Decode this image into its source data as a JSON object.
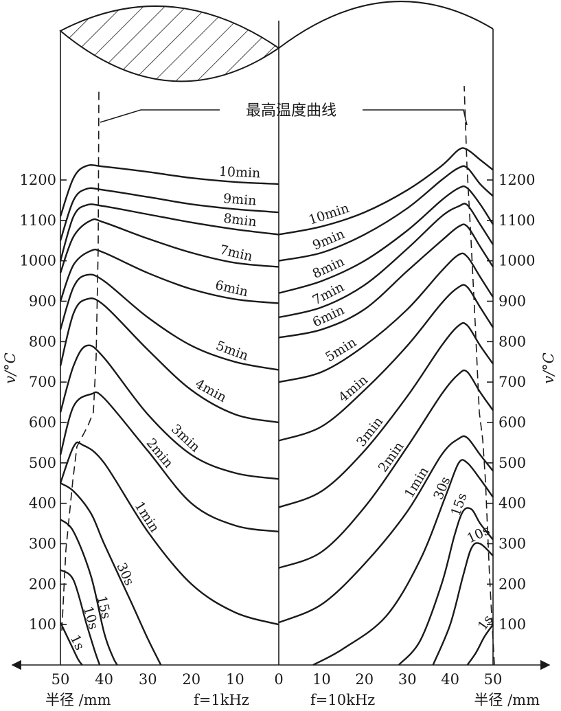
{
  "chart_data": {
    "type": "line",
    "title": "最高温度曲线",
    "ylabel": "v/°C",
    "ylim": [
      0,
      1300
    ],
    "yticks": [
      100,
      200,
      300,
      400,
      500,
      600,
      700,
      800,
      900,
      1000,
      1100,
      1200
    ],
    "xticks_left": [
      "50",
      "40",
      "30",
      "20",
      "10",
      "0"
    ],
    "xticks_right": [
      "10",
      "20",
      "30",
      "40",
      "50"
    ],
    "xlabel_left": "半径 /mm",
    "xlabel_right": "半径 /mm",
    "freq_left": "f=1kHz",
    "freq_right": "f=10kHz",
    "panels": [
      {
        "name": "f=1kHz",
        "series": [
          {
            "name": "10min",
            "points": [
              [
                50,
                1110
              ],
              [
                47,
                1205
              ],
              [
                44,
                1235
              ],
              [
                40,
                1233
              ],
              [
                30,
                1220
              ],
              [
                20,
                1205
              ],
              [
                10,
                1195
              ],
              [
                0,
                1190
              ]
            ]
          },
          {
            "name": "9min",
            "points": [
              [
                50,
                1050
              ],
              [
                47,
                1150
              ],
              [
                44,
                1178
              ],
              [
                40,
                1175
              ],
              [
                30,
                1158
              ],
              [
                20,
                1140
              ],
              [
                10,
                1128
              ],
              [
                0,
                1120
              ]
            ]
          },
          {
            "name": "8min",
            "points": [
              [
                50,
                1000
              ],
              [
                47,
                1110
              ],
              [
                44,
                1138
              ],
              [
                40,
                1135
              ],
              [
                30,
                1115
              ],
              [
                20,
                1095
              ],
              [
                10,
                1078
              ],
              [
                0,
                1065
              ]
            ]
          },
          {
            "name": "7min",
            "points": [
              [
                50,
                970
              ],
              [
                47,
                1060
              ],
              [
                43,
                1100
              ],
              [
                40,
                1095
              ],
              [
                30,
                1055
              ],
              [
                20,
                1020
              ],
              [
                10,
                995
              ],
              [
                0,
                985
              ]
            ]
          },
          {
            "name": "6min",
            "points": [
              [
                50,
                900
              ],
              [
                47,
                990
              ],
              [
                43,
                1025
              ],
              [
                40,
                1020
              ],
              [
                30,
                970
              ],
              [
                20,
                930
              ],
              [
                10,
                905
              ],
              [
                0,
                895
              ]
            ]
          },
          {
            "name": "5min",
            "points": [
              [
                50,
                830
              ],
              [
                47,
                935
              ],
              [
                44,
                965
              ],
              [
                40,
                950
              ],
              [
                30,
                860
              ],
              [
                20,
                790
              ],
              [
                10,
                750
              ],
              [
                0,
                730
              ]
            ]
          },
          {
            "name": "4min",
            "points": [
              [
                50,
                740
              ],
              [
                47,
                870
              ],
              [
                44,
                905
              ],
              [
                40,
                890
              ],
              [
                30,
                780
              ],
              [
                20,
                680
              ],
              [
                10,
                620
              ],
              [
                0,
                600
              ]
            ]
          },
          {
            "name": "3min",
            "points": [
              [
                50,
                625
              ],
              [
                47,
                740
              ],
              [
                44,
                790
              ],
              [
                40,
                760
              ],
              [
                30,
                620
              ],
              [
                20,
                520
              ],
              [
                10,
                475
              ],
              [
                0,
                460
              ]
            ]
          },
          {
            "name": "2min",
            "points": [
              [
                50,
                520
              ],
              [
                47,
                640
              ],
              [
                43,
                670
              ],
              [
                40,
                660
              ],
              [
                30,
                530
              ],
              [
                20,
                400
              ],
              [
                10,
                345
              ],
              [
                0,
                330
              ]
            ]
          },
          {
            "name": "1min",
            "points": [
              [
                50,
                450
              ],
              [
                47,
                540
              ],
              [
                45,
                545
              ],
              [
                40,
                500
              ],
              [
                30,
                330
              ],
              [
                20,
                200
              ],
              [
                10,
                130
              ],
              [
                0,
                100
              ]
            ]
          },
          {
            "name": "30s",
            "points": [
              [
                50,
                450
              ],
              [
                47,
                430
              ],
              [
                43,
                375
              ],
              [
                40,
                300
              ],
              [
                34,
                160
              ],
              [
                30,
                65
              ],
              [
                27,
                0
              ]
            ]
          },
          {
            "name": "15s",
            "points": [
              [
                50,
                360
              ],
              [
                47,
                330
              ],
              [
                43,
                220
              ],
              [
                40,
                80
              ],
              [
                38,
                20
              ],
              [
                37,
                0
              ]
            ]
          },
          {
            "name": "10s",
            "points": [
              [
                50,
                235
              ],
              [
                47,
                210
              ],
              [
                44,
                100
              ],
              [
                42,
                30
              ],
              [
                41,
                0
              ]
            ]
          },
          {
            "name": "1s",
            "points": [
              [
                50,
                105
              ],
              [
                48,
                60
              ],
              [
                46,
                15
              ],
              [
                45,
                0
              ]
            ]
          }
        ]
      },
      {
        "name": "f=10kHz",
        "series": [
          {
            "name": "10min",
            "points": [
              [
                0,
                1065
              ],
              [
                10,
                1085
              ],
              [
                20,
                1120
              ],
              [
                30,
                1175
              ],
              [
                38,
                1235
              ],
              [
                42,
                1275
              ],
              [
                44,
                1275
              ],
              [
                47,
                1250
              ],
              [
                50,
                1225
              ]
            ]
          },
          {
            "name": "9min",
            "points": [
              [
                0,
                1000
              ],
              [
                10,
                1020
              ],
              [
                20,
                1065
              ],
              [
                30,
                1130
              ],
              [
                38,
                1200
              ],
              [
                42,
                1230
              ],
              [
                44,
                1230
              ],
              [
                47,
                1190
              ],
              [
                50,
                1160
              ]
            ]
          },
          {
            "name": "8min",
            "points": [
              [
                0,
                920
              ],
              [
                10,
                950
              ],
              [
                20,
                1000
              ],
              [
                30,
                1075
              ],
              [
                38,
                1150
              ],
              [
                42,
                1180
              ],
              [
                44,
                1180
              ],
              [
                47,
                1140
              ],
              [
                50,
                1090
              ]
            ]
          },
          {
            "name": "7min",
            "points": [
              [
                0,
                860
              ],
              [
                10,
                885
              ],
              [
                20,
                940
              ],
              [
                30,
                1030
              ],
              [
                38,
                1110
              ],
              [
                42,
                1135
              ],
              [
                44,
                1138
              ],
              [
                47,
                1090
              ],
              [
                50,
                1040
              ]
            ]
          },
          {
            "name": "6min",
            "points": [
              [
                0,
                810
              ],
              [
                10,
                830
              ],
              [
                20,
                880
              ],
              [
                30,
                975
              ],
              [
                38,
                1050
              ],
              [
                42,
                1085
              ],
              [
                44,
                1085
              ],
              [
                47,
                1035
              ],
              [
                50,
                985
              ]
            ]
          },
          {
            "name": "5min",
            "points": [
              [
                0,
                700
              ],
              [
                10,
                725
              ],
              [
                20,
                790
              ],
              [
                30,
                880
              ],
              [
                38,
                975
              ],
              [
                42,
                1015
              ],
              [
                44,
                1010
              ],
              [
                47,
                960
              ],
              [
                50,
                910
              ]
            ]
          },
          {
            "name": "4min",
            "points": [
              [
                0,
                555
              ],
              [
                10,
                590
              ],
              [
                20,
                680
              ],
              [
                30,
                790
              ],
              [
                38,
                895
              ],
              [
                42,
                935
              ],
              [
                44,
                935
              ],
              [
                47,
                885
              ],
              [
                50,
                835
              ]
            ]
          },
          {
            "name": "3min",
            "points": [
              [
                0,
                390
              ],
              [
                10,
                430
              ],
              [
                20,
                530
              ],
              [
                30,
                665
              ],
              [
                38,
                790
              ],
              [
                42,
                840
              ],
              [
                44,
                840
              ],
              [
                47,
                790
              ],
              [
                50,
                745
              ]
            ]
          },
          {
            "name": "2min",
            "points": [
              [
                0,
                240
              ],
              [
                10,
                280
              ],
              [
                20,
                390
              ],
              [
                30,
                540
              ],
              [
                38,
                670
              ],
              [
                42,
                720
              ],
              [
                44,
                725
              ],
              [
                47,
                675
              ],
              [
                50,
                630
              ]
            ]
          },
          {
            "name": "1min",
            "points": [
              [
                0,
                105
              ],
              [
                10,
                150
              ],
              [
                20,
                250
              ],
              [
                30,
                380
              ],
              [
                38,
                520
              ],
              [
                42,
                560
              ],
              [
                44,
                562
              ],
              [
                47,
                520
              ],
              [
                50,
                480
              ]
            ]
          },
          {
            "name": "30s",
            "points": [
              [
                8,
                0
              ],
              [
                15,
                40
              ],
              [
                25,
                120
              ],
              [
                33,
                260
              ],
              [
                39,
                420
              ],
              [
                42,
                500
              ],
              [
                44,
                500
              ],
              [
                47,
                460
              ],
              [
                50,
                415
              ]
            ]
          },
          {
            "name": "15s",
            "points": [
              [
                28,
                0
              ],
              [
                33,
                60
              ],
              [
                38,
                200
              ],
              [
                41,
                320
              ],
              [
                43,
                380
              ],
              [
                45,
                385
              ],
              [
                47,
                350
              ],
              [
                50,
                310
              ]
            ]
          },
          {
            "name": "10s",
            "points": [
              [
                36,
                0
              ],
              [
                40,
                100
              ],
              [
                43,
                220
              ],
              [
                45,
                290
              ],
              [
                47,
                300
              ],
              [
                50,
                270
              ]
            ]
          },
          {
            "name": "1s",
            "points": [
              [
                44,
                0
              ],
              [
                46,
                30
              ],
              [
                48,
                70
              ],
              [
                50,
                100
              ]
            ]
          }
        ]
      }
    ]
  }
}
